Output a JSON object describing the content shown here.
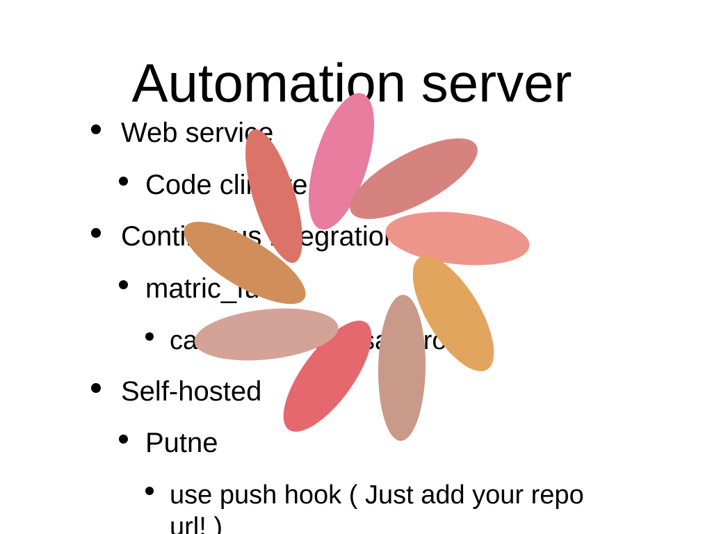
{
  "slide": {
    "title": "Automation server",
    "bullets": [
      {
        "level": 1,
        "text": "Web service"
      },
      {
        "level": 2,
        "text": "Code climate"
      },
      {
        "level": 1,
        "text": "Continuous integration"
      },
      {
        "level": 2,
        "text": "matric_fu"
      },
      {
        "level": 3,
        "text": "cane, reek, flay, saikuro, ..."
      },
      {
        "level": 1,
        "text": "Self-hosted"
      },
      {
        "level": 2,
        "text": "Putne"
      },
      {
        "level": 3,
        "text": "use push hook ( Just add your repo"
      },
      {
        "level": 3,
        "text": "url! )"
      }
    ]
  },
  "decoration": {
    "petal_colors": [
      "#e87d9f",
      "#d6827f",
      "#ee958b",
      "#e2a55e",
      "#c9998a",
      "#e6686f",
      "#d4a398",
      "#d08f5a",
      "#db7368"
    ]
  }
}
